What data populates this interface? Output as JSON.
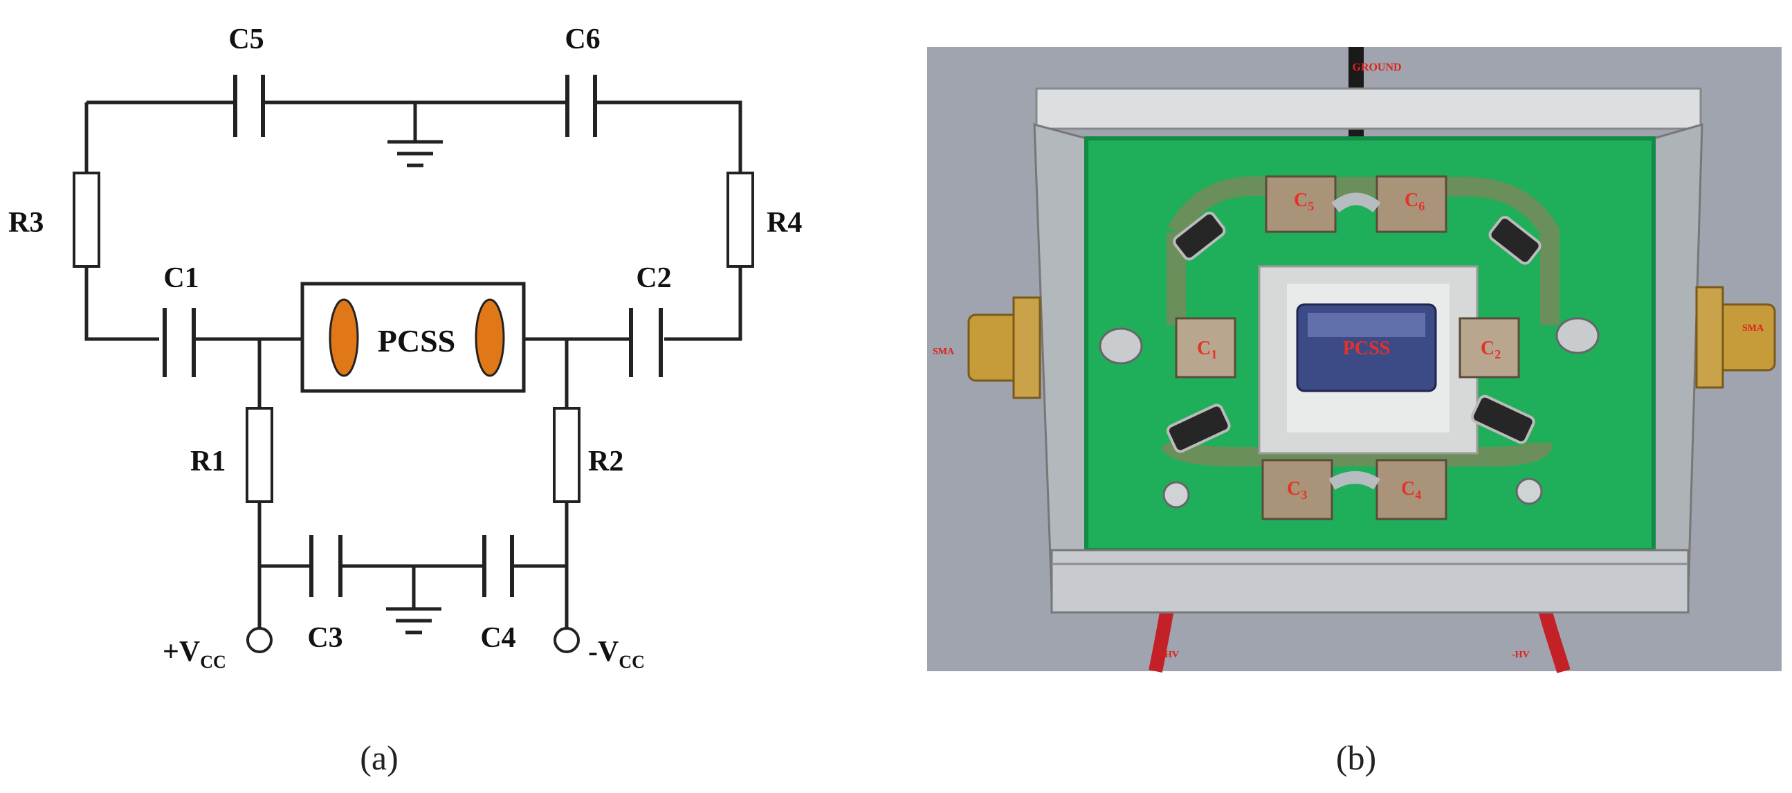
{
  "panel_a": {
    "caption": "(a)",
    "components": {
      "c5": "C5",
      "c6": "C6",
      "r3": "R3",
      "r4": "R4",
      "c1": "C1",
      "c2": "C2",
      "r1": "R1",
      "r2": "R2",
      "c3": "C3",
      "c4": "C4",
      "pcss": "PCSS"
    },
    "terminals": {
      "plus_main": "+V",
      "plus_sub": "CC",
      "minus_main": "-V",
      "minus_sub": "CC"
    },
    "colors": {
      "pcss_electrode": "#e07818",
      "wire": "#222222"
    }
  },
  "panel_b": {
    "caption": "(b)",
    "labels": {
      "ground": "GROUND",
      "sma_left": "SMA",
      "sma_right": "SMA",
      "pcss": "PCSS",
      "hv_left": "+HV",
      "hv_right": "-HV",
      "c5_main": "C",
      "c5_sub": "5",
      "c6_main": "C",
      "c6_sub": "6",
      "c1_main": "C",
      "c1_sub": "1",
      "c2_main": "C",
      "c2_sub": "2",
      "c3_main": "C",
      "c3_sub": "3",
      "c4_main": "C",
      "c4_sub": "4"
    },
    "colors": {
      "pcb": "#1fae5a",
      "label_red": "#e0201a",
      "metal": "#b8bcc0"
    }
  }
}
